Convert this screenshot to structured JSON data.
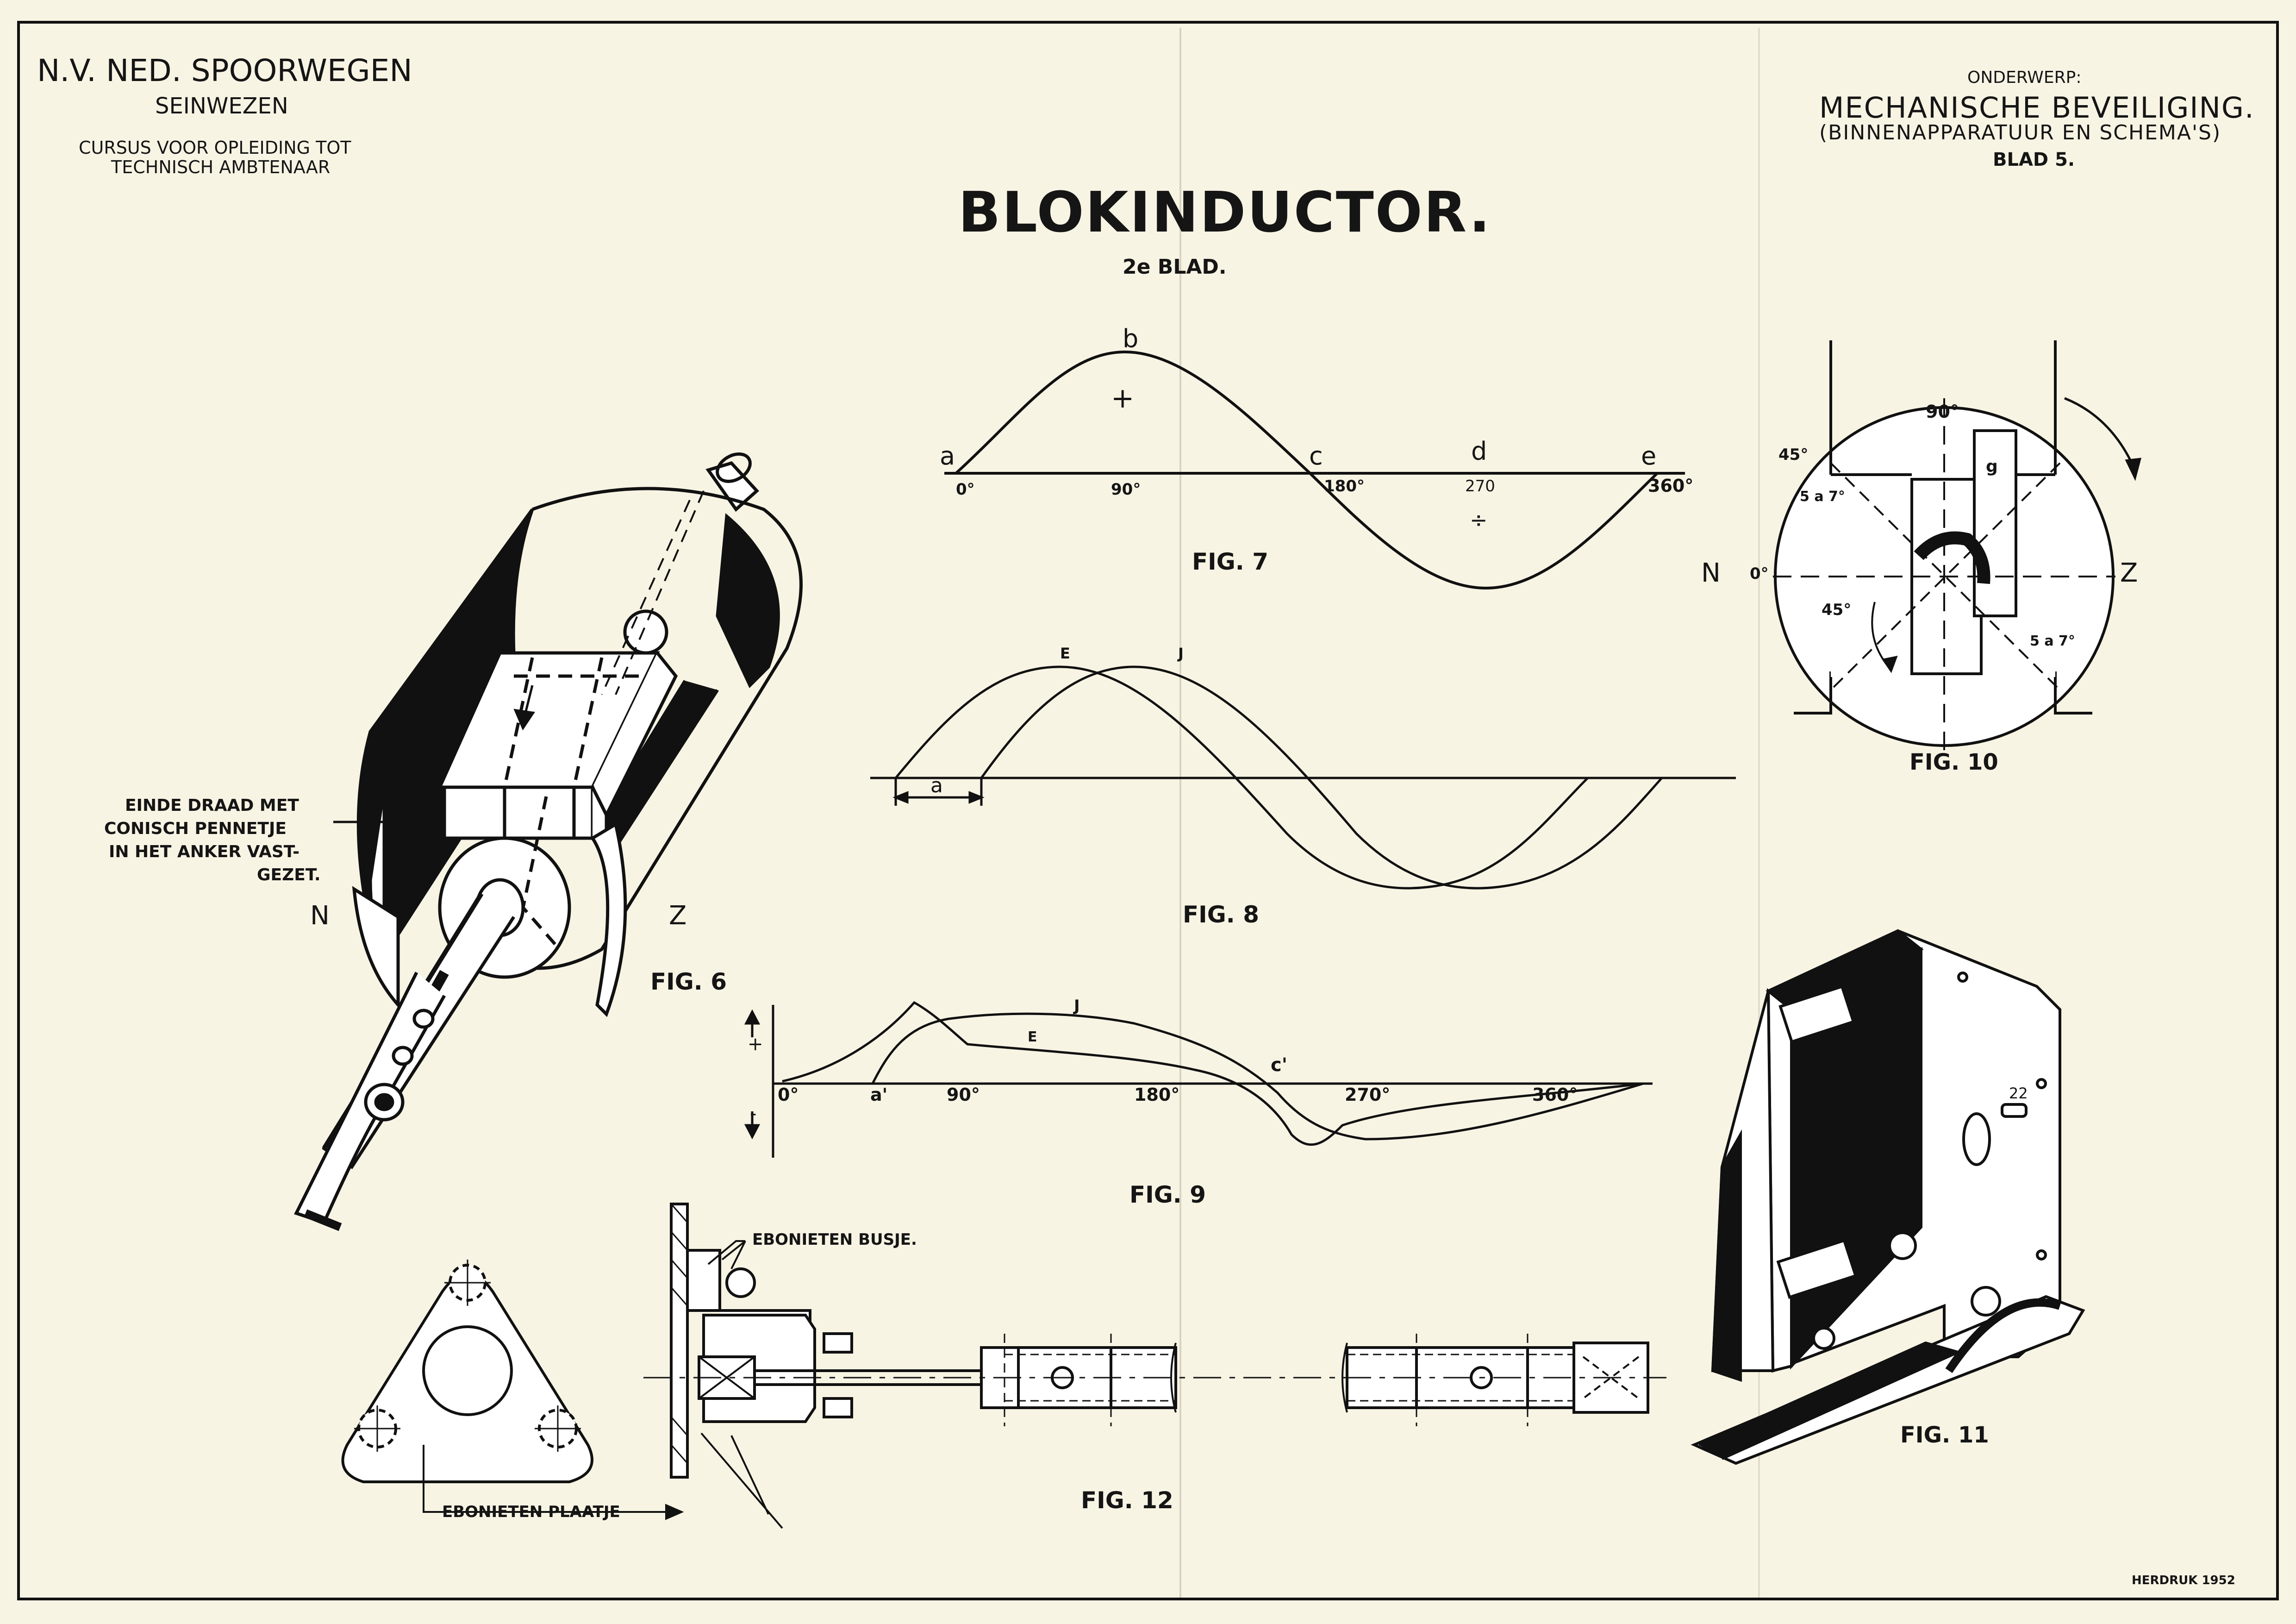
{
  "header": {
    "company": "N.V. NED. SPOORWEGEN",
    "department": "SEINWEZEN",
    "course_line1": "CURSUS VOOR OPLEIDING TOT",
    "course_line2": "TECHNISCH AMBTENAAR",
    "subject_label": "ONDERWERP:",
    "subject_title": "MECHANISCHE BEVEILIGING.",
    "subject_sub": "(BINNENAPPARATUUR EN SCHEMA'S)",
    "sheet_no": "BLAD 5."
  },
  "title": {
    "main": "BLOKINDUCTOR.",
    "sub": "2e BLAD."
  },
  "fig6": {
    "label": "FIG. 6",
    "pole_n": "N",
    "pole_z": "Z",
    "note_line1": "EINDE DRAAD MET",
    "note_line2": "CONISCH PENNETJE",
    "note_line3": "IN HET ANKER VAST-",
    "note_line4": "GEZET."
  },
  "fig7": {
    "label": "FIG. 7",
    "points": [
      "a",
      "b",
      "c",
      "d",
      "e"
    ],
    "angles": [
      "0°",
      "90°",
      "180°",
      "270",
      "360°"
    ],
    "plus": "+",
    "minus": "÷"
  },
  "fig8": {
    "label": "FIG. 8",
    "curve_e": "E",
    "curve_j": "J",
    "offset": "a"
  },
  "fig9": {
    "label": "FIG. 9",
    "curve_j": "J",
    "curve_e": "E",
    "axis_plus": "+",
    "axis_minus": "-",
    "point_c": "c'",
    "angles": [
      "0°",
      "a'",
      "90°",
      "180°",
      "270°",
      "360°"
    ]
  },
  "fig10": {
    "label": "FIG. 10",
    "angle_90": "90°",
    "angle_45_top": "45°",
    "angle_45_mid": "45°",
    "angle_0": "0°",
    "range_top": "5 a 7°",
    "range_bottom": "5 a 7°",
    "label_g": "g",
    "pole_n": "N",
    "pole_z": "Z"
  },
  "fig11": {
    "label": "FIG. 11",
    "tag": "22"
  },
  "fig12": {
    "label": "FIG. 12",
    "callout_bush": "EBONIETEN BUSJE.",
    "callout_plate": "EBONIETEN PLAATJE"
  },
  "footer": {
    "reprint": "HERDRUK 1952"
  }
}
